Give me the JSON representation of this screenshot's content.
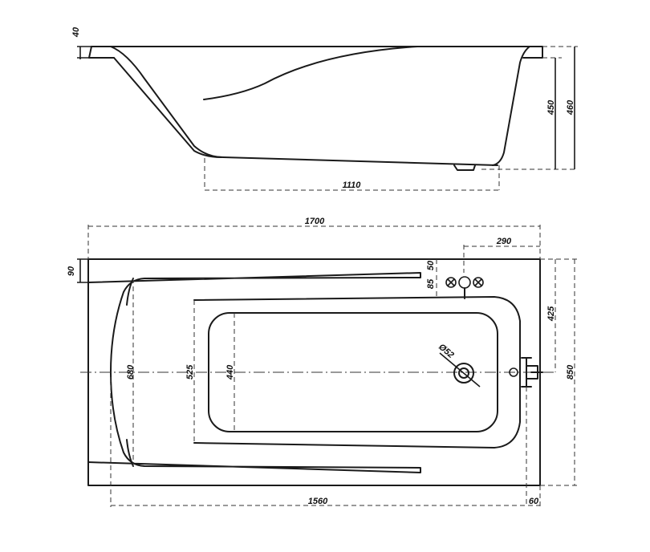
{
  "colors": {
    "line": "#1a1a1a",
    "background": "#ffffff"
  },
  "side_view": {
    "rim_thickness": "40",
    "inner_depth": "450",
    "total_height": "460",
    "bottom_length": "1110"
  },
  "top_view": {
    "total_length": "1700",
    "faucet_offset": "290",
    "rim_width_left": "90",
    "rim_top": "50",
    "rim_faucet": "85",
    "tap_to_center": "425",
    "total_width": "850",
    "outer_bowl_width": "680",
    "inner_bowl_width": "525",
    "bottom_width": "440",
    "drain_diameter": "Ø52",
    "leg_span": "1560",
    "leg_offset": "60"
  }
}
